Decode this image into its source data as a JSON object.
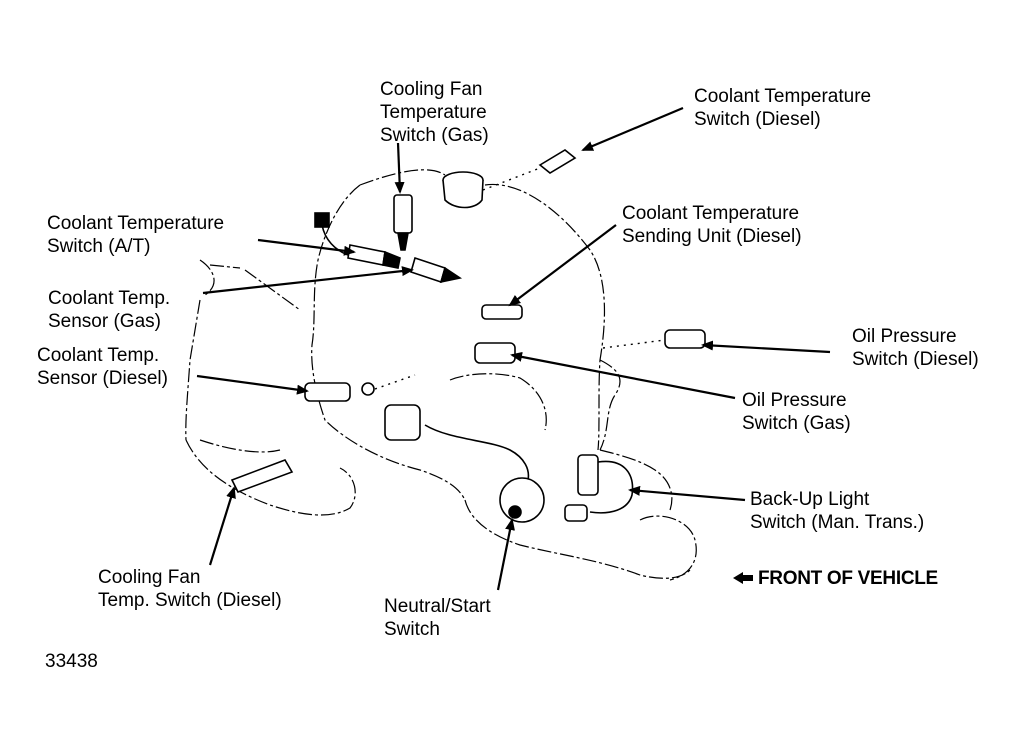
{
  "labels": {
    "cooling_fan_gas": [
      "Cooling Fan",
      "Temperature",
      "Switch (Gas)"
    ],
    "coolant_temp_switch_diesel": [
      "Coolant Temperature",
      "Switch (Diesel)"
    ],
    "coolant_temp_switch_at": [
      "Coolant Temperature",
      "Switch (A/T)"
    ],
    "coolant_temp_sending_diesel": [
      "Coolant Temperature",
      "Sending Unit (Diesel)"
    ],
    "coolant_temp_sensor_gas": [
      "Coolant Temp.",
      "Sensor (Gas)"
    ],
    "coolant_temp_sensor_diesel": [
      "Coolant Temp.",
      "Sensor (Diesel)"
    ],
    "oil_pressure_diesel": [
      "Oil Pressure",
      "Switch (Diesel)"
    ],
    "oil_pressure_gas": [
      "Oil Pressure",
      "Switch (Gas)"
    ],
    "backup_light": [
      "Back-Up Light",
      "Switch (Man. Trans.)"
    ],
    "front_of_vehicle": "FRONT OF VEHICLE",
    "cooling_fan_diesel": [
      "Cooling Fan",
      "Temp. Switch (Diesel)"
    ],
    "neutral_start": [
      "Neutral/Start",
      "Switch"
    ],
    "figure_number": "33438"
  },
  "colors": {
    "ink": "#000000",
    "paper": "#ffffff"
  }
}
